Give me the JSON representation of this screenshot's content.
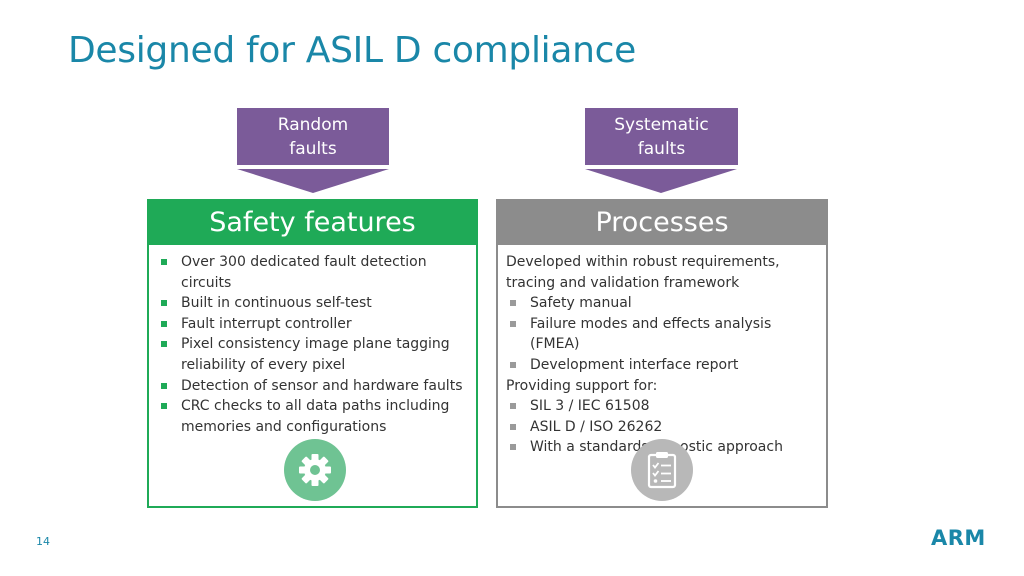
{
  "title": "Designed for ASIL D compliance",
  "faults": {
    "random": [
      "Random",
      "faults"
    ],
    "systematic": [
      "Systematic",
      "faults"
    ]
  },
  "safety": {
    "header": "Safety features",
    "bullets": [
      "Over 300 dedicated fault detection circuits",
      "Built in continuous self-test",
      "Fault interrupt controller",
      "Pixel consistency image plane tagging reliability of every pixel",
      "Detection of sensor and hardware faults",
      "CRC checks to all data paths including memories and configurations"
    ],
    "icon": "gear-icon"
  },
  "processes": {
    "header": "Processes",
    "intro": "Developed within robust requirements, tracing and validation framework",
    "bullets": [
      "Safety manual",
      "Failure modes and effects analysis (FMEA)",
      "Development interface report"
    ],
    "support_label": "Providing support for:",
    "support_bullets": [
      "SIL 3 / IEC 61508",
      "ASIL D / ISO 26262",
      "With a standards-agnostic approach"
    ],
    "icon": "clipboard-checklist-icon"
  },
  "page_number": "14",
  "logo": "ARM",
  "colors": {
    "title": "#1a87a8",
    "fault_box": "#7b5b99",
    "safety": "#1faa57",
    "safety_icon": "#6fc393",
    "process": "#8c8c8c",
    "process_icon": "#b8b8b8"
  }
}
